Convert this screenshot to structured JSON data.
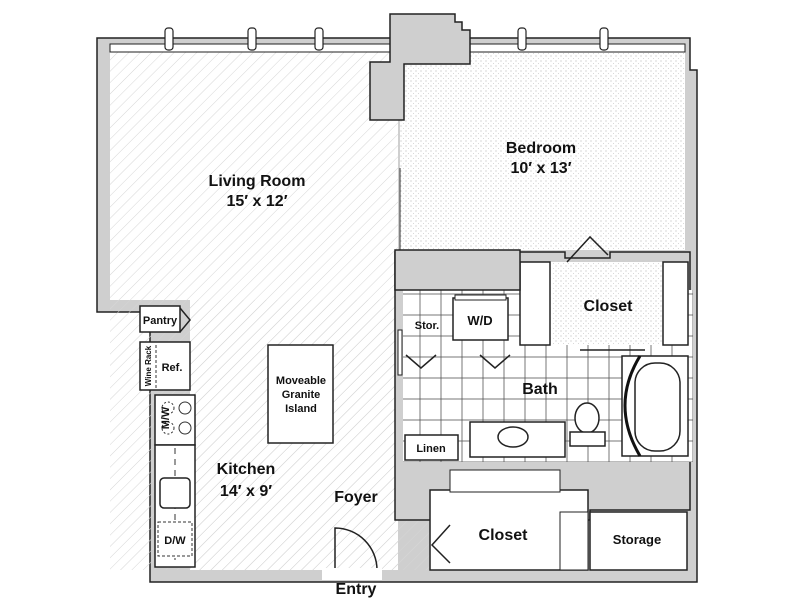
{
  "floor_plan": {
    "rooms": {
      "living_room": {
        "name": "Living Room",
        "size": "15′ x 12′"
      },
      "bedroom": {
        "name": "Bedroom",
        "size": "10′ x 13′"
      },
      "kitchen": {
        "name": "Kitchen",
        "size": "14′ x 9′"
      },
      "bedroom_closet": {
        "name": "Closet"
      },
      "bath": {
        "name": "Bath"
      },
      "foyer": {
        "name": "Foyer"
      },
      "foyer_closet": {
        "name": "Closet"
      },
      "storage": {
        "name": "Storage"
      },
      "entry": {
        "name": "Entry"
      }
    },
    "fixtures": {
      "pantry": "Pantry",
      "wine_rack": "Wine Rack",
      "refrigerator": "Ref.",
      "microwave": "M/W",
      "dishwasher": "D/W",
      "island": [
        "Moveable",
        "Granite",
        "Island"
      ],
      "storage_small": "Stor.",
      "washer_dryer": "W/D",
      "linen": "Linen"
    },
    "colors": {
      "wall": "#cfcfcf",
      "line": "#222222",
      "hatch": "#d6d6d6"
    }
  }
}
